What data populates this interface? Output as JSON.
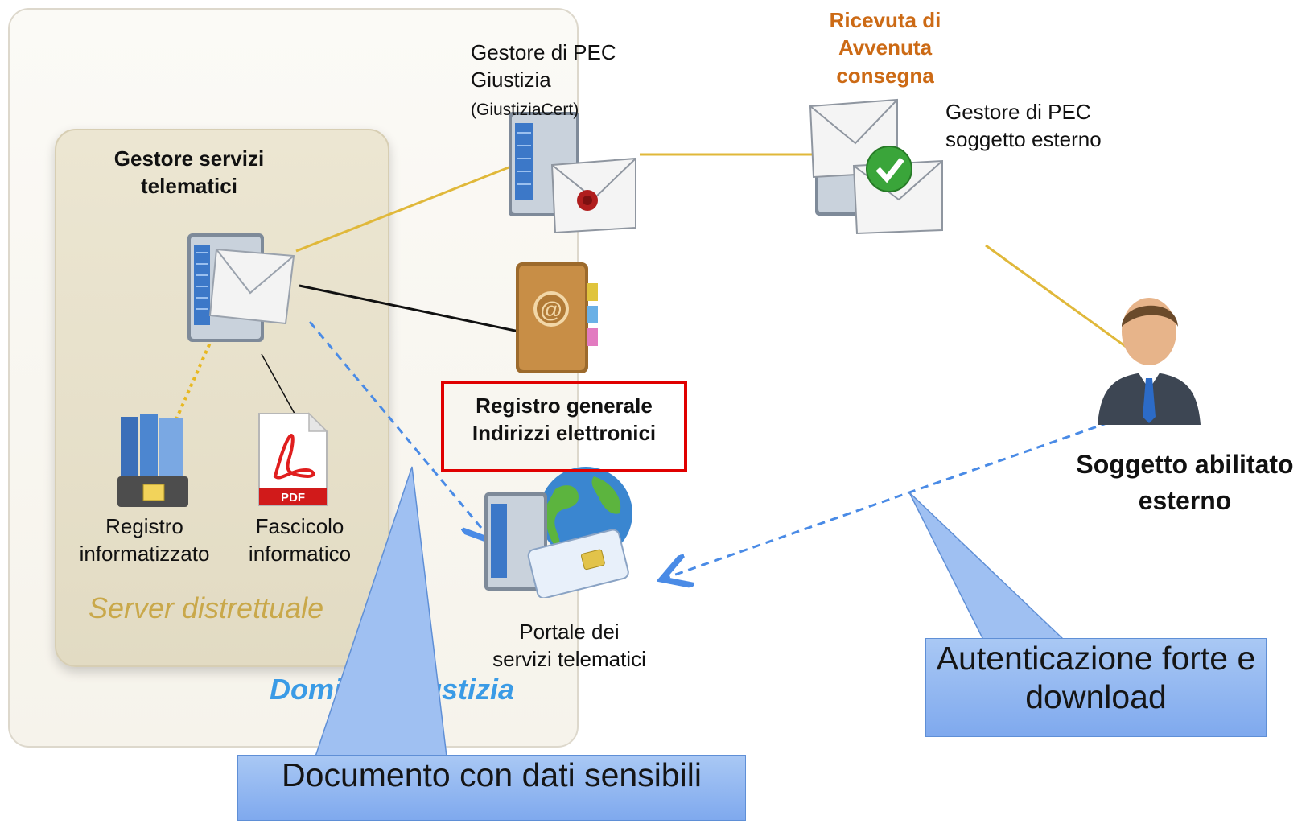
{
  "domain_label": "Dominio Giustizia",
  "server_label": "Server distrettuale",
  "nodes": {
    "gestore_servizi": "Gestore servizi telematici",
    "registro_informatizzato": "Registro informatizzato",
    "fascicolo_informatico": "Fascicolo informatico",
    "gestore_pec_giustizia": "Gestore di PEC Giustizia",
    "gestore_pec_giustizia_sub": "(GiustiziaCert)",
    "registro_generale": "Registro generale Indirizzi elettronici",
    "portale": "Portale dei servizi telematici",
    "ricevuta": "Ricevuta di Avvenuta consegna",
    "gestore_pec_esterno": "Gestore di PEC soggetto esterno",
    "soggetto": "Soggetto abilitato esterno"
  },
  "callouts": {
    "documento": "Documento con dati sensibili",
    "autenticazione": "Autenticazione forte e download"
  },
  "icons": [
    "mail-server-icon",
    "binder-icon",
    "pdf-file-icon",
    "pec-server-icon",
    "address-book-icon",
    "web-portal-icon",
    "certified-mail-icon",
    "user-icon"
  ],
  "colors": {
    "pec_line": "#e0b83a",
    "dashed_arrow": "#4a8be6",
    "highlight_box": "#e00000",
    "receipt_text": "#cc6a15",
    "panel_italic": "#c9a84a",
    "domain_italic": "#3a9be6"
  }
}
